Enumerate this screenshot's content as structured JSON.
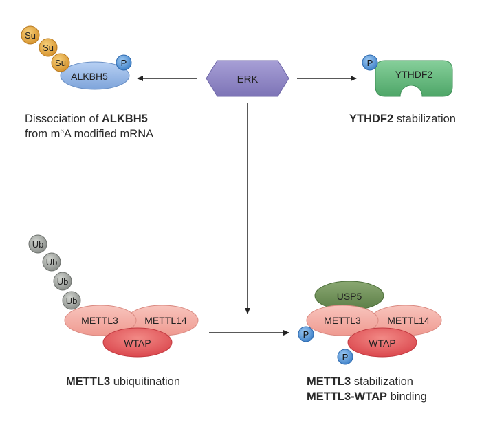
{
  "nodes": {
    "erk": "ERK",
    "alkbh5": "ALKBH5",
    "ythdf2": "YTHDF2",
    "su": "Su",
    "ub": "Ub",
    "p": "P",
    "mettl3": "METTL3",
    "mettl14": "METTL14",
    "wtap": "WTAP",
    "usp5": "USP5"
  },
  "captions": {
    "alkbh5_line1_pre": "Dissociation of ",
    "alkbh5_line1_bold": "ALKBH5",
    "alkbh5_line2_pre": "from m",
    "alkbh5_line2_sup": "6",
    "alkbh5_line2_post": "A modified mRNA",
    "ythdf2_bold": "YTHDF2",
    "ythdf2_rest": " stabilization",
    "mettl3_ub_bold": "METTL3",
    "mettl3_ub_rest": " ubiquitination",
    "mettl3_stab_bold": "METTL3",
    "mettl3_stab_rest": " stabilization",
    "binding_bold": "METTL3-WTAP",
    "binding_rest": " binding"
  },
  "colors": {
    "erk": "#8f86c4",
    "alkbh5": "#8fb3e3",
    "ythdf2": "#5fb57a",
    "su": "#e0a23a",
    "ub": "#9a9e9a",
    "p": "#4b8fd4",
    "mettl": "#f3a8a0",
    "wtap": "#e2575a",
    "usp5": "#6b8f55"
  }
}
